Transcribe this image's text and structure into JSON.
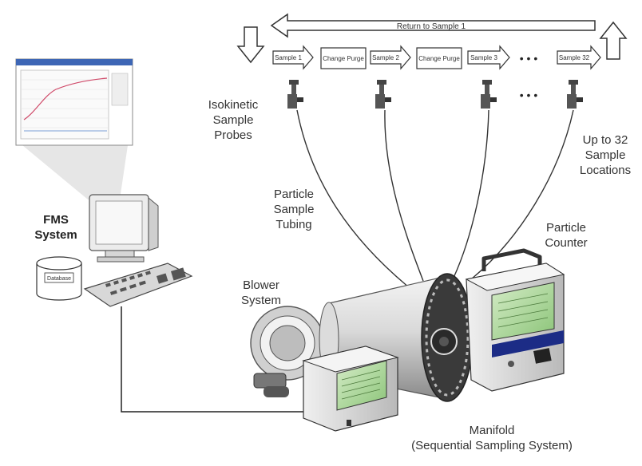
{
  "return_label": "Return to Sample 1",
  "flow_steps": [
    "Sample 1",
    "Change Purge",
    "Sample 2",
    "Change Purge",
    "Sample 3",
    "Sample 32"
  ],
  "ellipsis": "• • •",
  "labels": {
    "isokinetic": "Isokinetic\nSample\nProbes",
    "locations": "Up to 32\nSample\nLocations",
    "tubing": "Particle\nSample\nTubing",
    "counter": "Particle\nCounter",
    "fms": "FMS\nSystem",
    "blower": "Blower\nSystem",
    "manifold": "Manifold\n(Sequential Sampling System)"
  },
  "database_label": "Database",
  "colors": {
    "line": "#333333",
    "screen_green": "#9ccf8a",
    "body_gray": "#e4e4e4",
    "dark": "#2b2b2b",
    "stripe_blue": "#1c2c86"
  },
  "icons": [
    "probe-icon",
    "monitor-icon",
    "keyboard-icon",
    "database-icon",
    "blower-icon",
    "manifold-icon",
    "particle-counter-icon",
    "controller-icon"
  ]
}
